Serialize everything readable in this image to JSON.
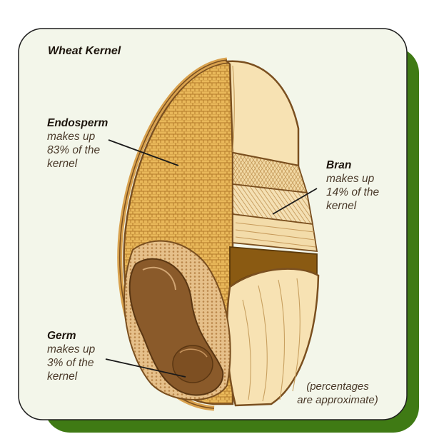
{
  "title": "Wheat Kernel",
  "labels": {
    "endosperm": {
      "heading": "Endosperm",
      "lines": [
        "makes up",
        "83% of the",
        "kernel"
      ]
    },
    "bran": {
      "heading": "Bran",
      "lines": [
        "makes up",
        "14% of the",
        "kernel"
      ]
    },
    "germ": {
      "heading": "Germ",
      "lines": [
        "makes up",
        "3% of the",
        "kernel"
      ]
    }
  },
  "note": [
    "(percentages",
    "are approximate)"
  ],
  "colors": {
    "card_bg": "#f3f6ea",
    "shadow": "#3f7a14",
    "endosperm": "#e8b754",
    "bran_light": "#f7e2b3",
    "germ": "#8a5a2a",
    "outline": "#7a4f1f"
  }
}
